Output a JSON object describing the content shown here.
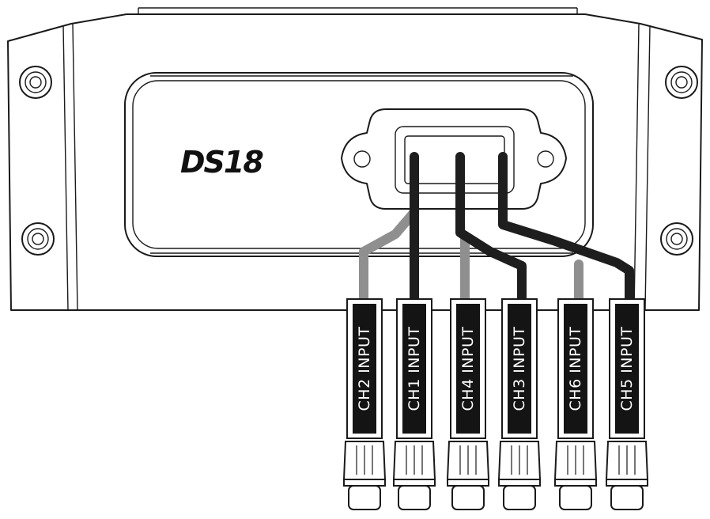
{
  "brand": {
    "logo_text": "DS18"
  },
  "cables": [
    {
      "label": "CH2 INPUT",
      "wire_color": "#8f8f8f"
    },
    {
      "label": "CH1 INPUT",
      "wire_color": "#1e1e1e"
    },
    {
      "label": "CH4 INPUT",
      "wire_color": "#8f8f8f"
    },
    {
      "label": "CH3 INPUT",
      "wire_color": "#1e1e1e"
    },
    {
      "label": "CH6 INPUT",
      "wire_color": "#8f8f8f"
    },
    {
      "label": "CH5 INPUT",
      "wire_color": "#1e1e1e"
    }
  ]
}
